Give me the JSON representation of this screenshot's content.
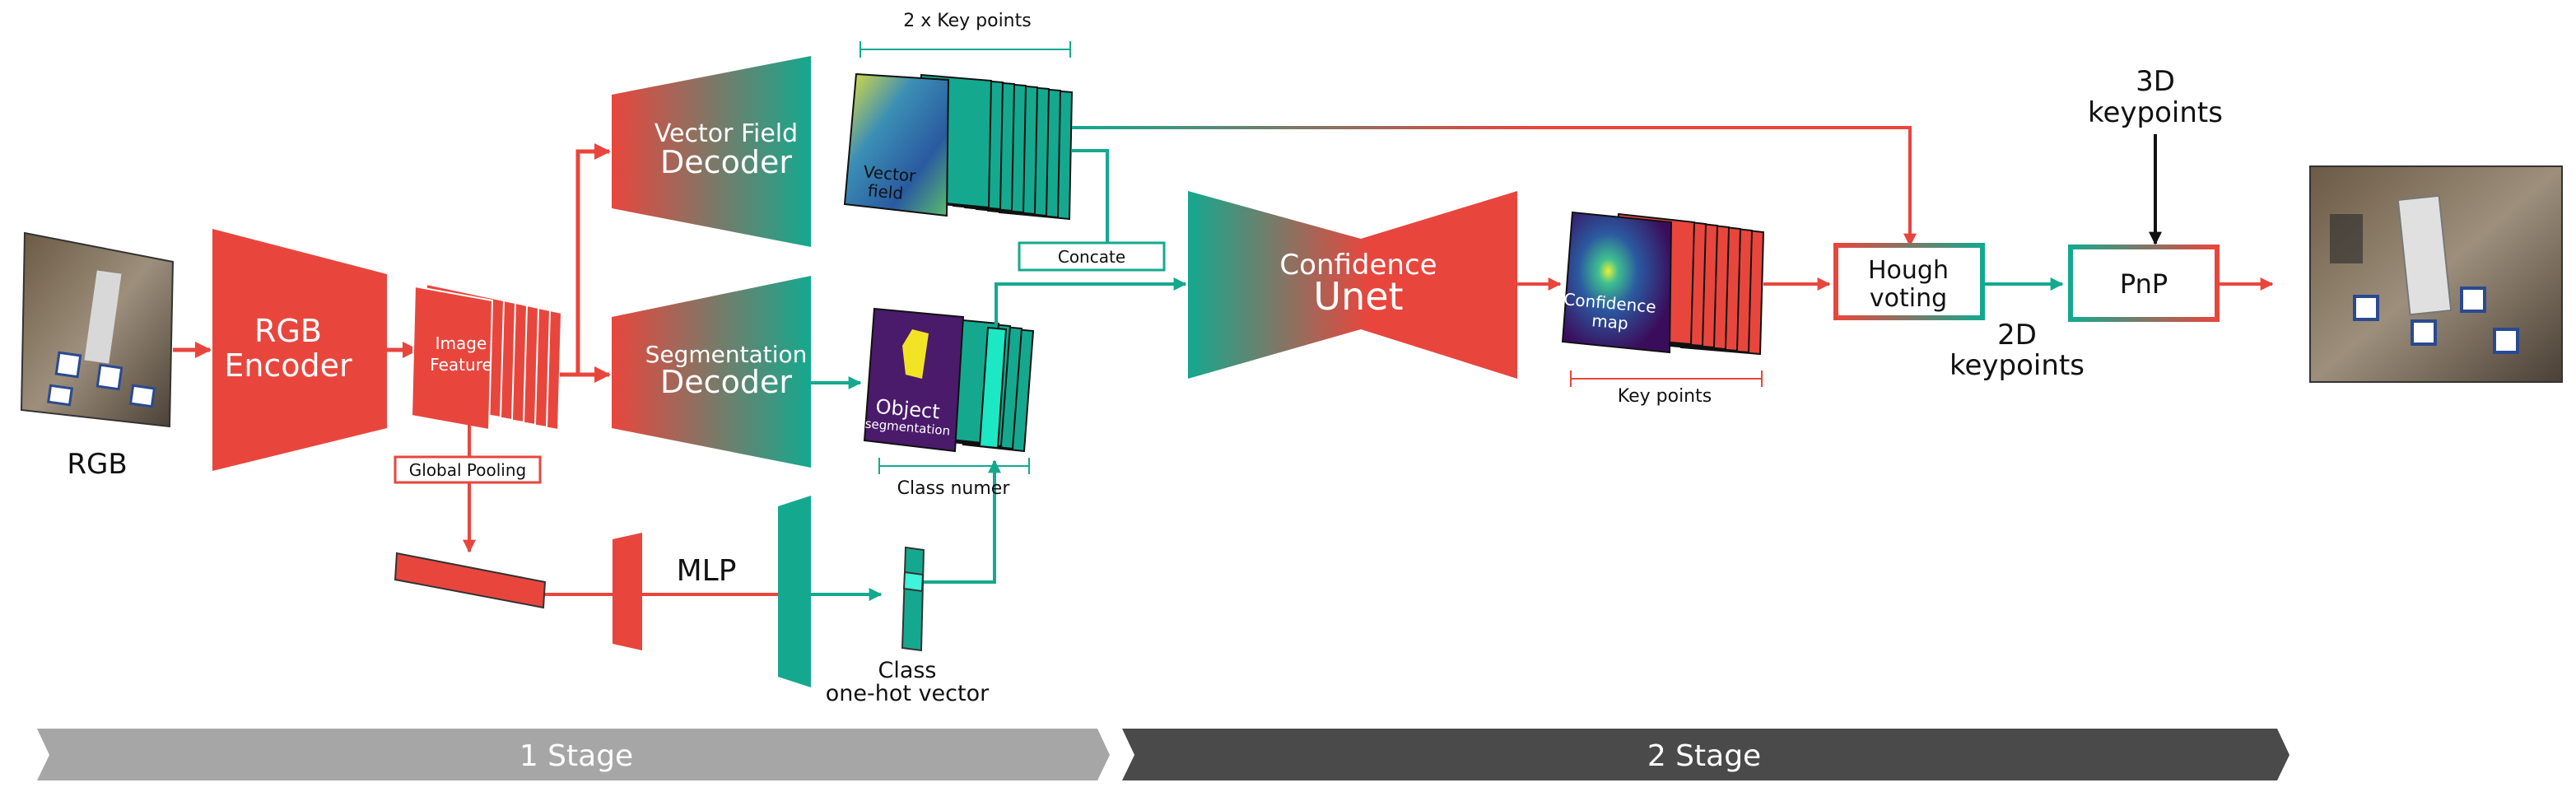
{
  "colors": {
    "red": "#e8463d",
    "teal": "#14a98f",
    "dark_teal": "#0e8f78",
    "stage1": "#a6a6a6",
    "stage2": "#4a4a4a"
  },
  "labels": {
    "rgb": "RGB",
    "rgb_encoder_line1": "RGB",
    "rgb_encoder_line2": "Encoder",
    "image_feature_line1": "Image",
    "image_feature_line2": "Feature",
    "global_pooling": "Global Pooling",
    "vf_decoder_line1": "Vector Field",
    "vf_decoder_line2": "Decoder",
    "seg_decoder_line1": "Segmentation",
    "seg_decoder_line2": "Decoder",
    "mlp": "MLP",
    "class_vector_line1": "Class",
    "class_vector_line2": "one-hot vector",
    "key_points_top": "2 x Key points",
    "vector_field_line1": "Vector",
    "vector_field_line2": "field",
    "object_seg_line1": "Object",
    "object_seg_line2": "segmentation",
    "class_numer": "Class numer",
    "concate": "Concate",
    "unet_line1": "Confidence",
    "unet_line2": "Unet",
    "conf_map_line1": "Confidence",
    "conf_map_line2": "map",
    "key_points_bottom": "Key points",
    "hough_line1": "Hough",
    "hough_line2": "voting",
    "kp3d_line1": "3D",
    "kp3d_line2": "keypoints",
    "kp2d_line1": "2D",
    "kp2d_line2": "keypoints",
    "pnp": "PnP",
    "stage1": "1 Stage",
    "stage2": "2 Stage"
  }
}
